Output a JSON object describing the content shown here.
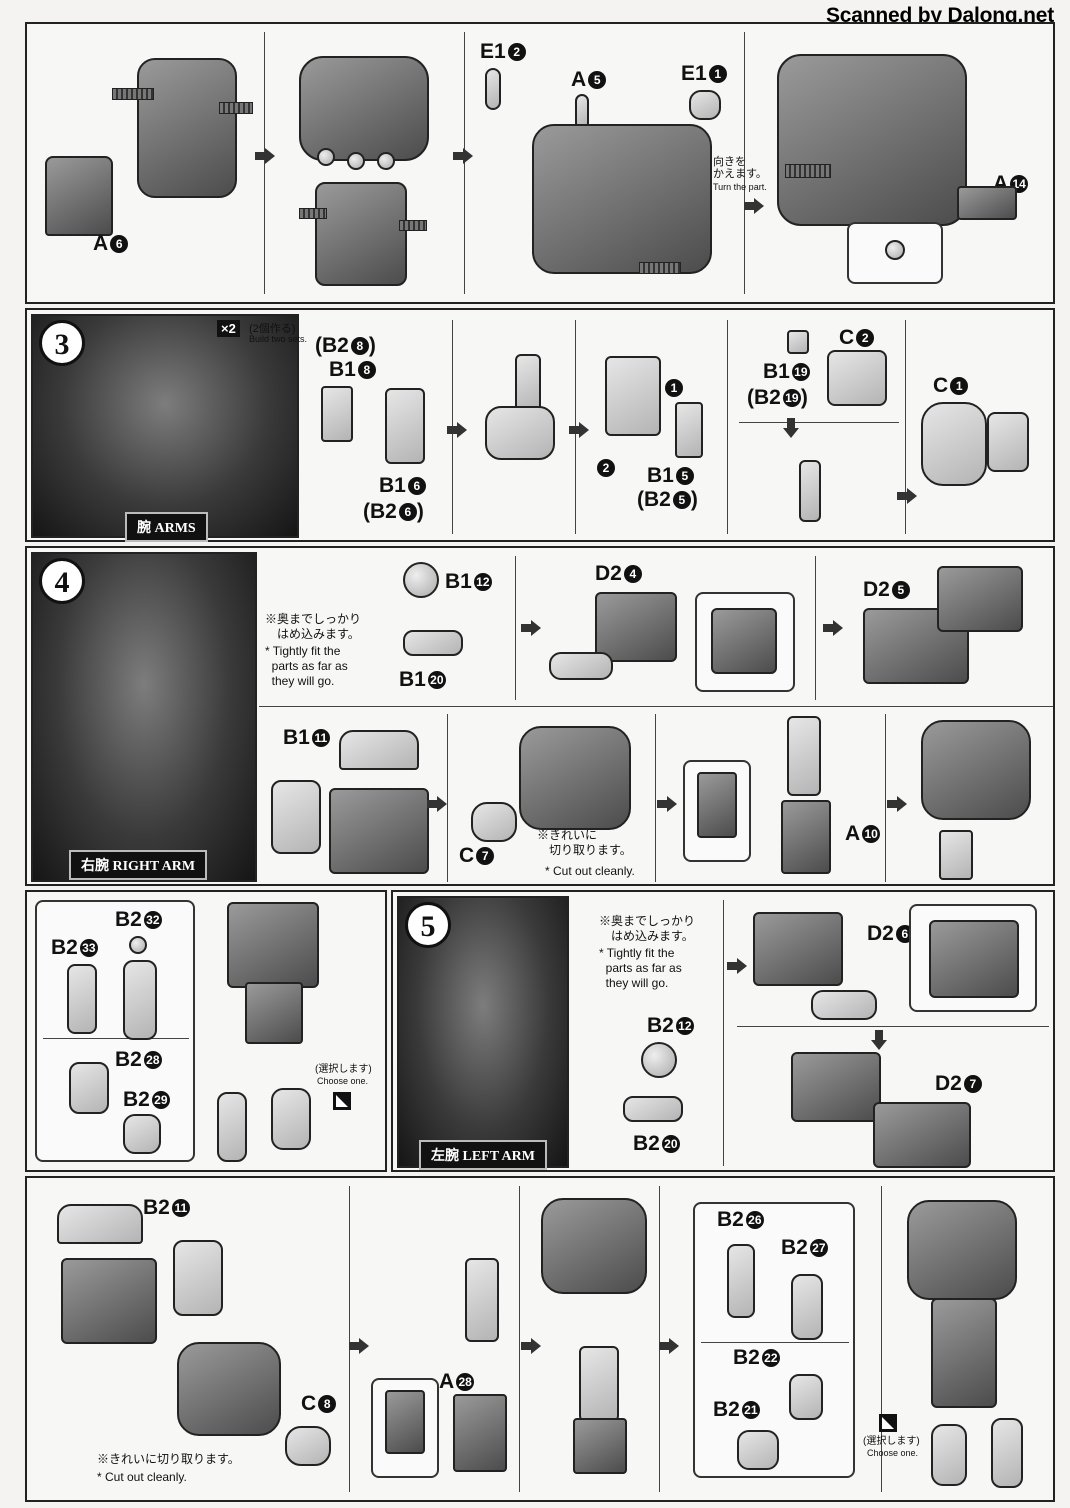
{
  "watermark": "Scanned by Dalong.net",
  "top_row": {
    "labels": {
      "a6": "A",
      "a6_num": "6",
      "e12": "E1",
      "e12_num": "2",
      "a5": "A",
      "a5_num": "5",
      "e11": "E1",
      "e11_num": "1",
      "a14": "A",
      "a14_num": "14"
    },
    "turn_jp": "向きを\nかえます。",
    "turn_en": "Turn the part."
  },
  "step3": {
    "number": "3",
    "title": "腕 ARMS",
    "badge": "×2",
    "build_jp": "(2個作る)",
    "build_en": "Build two sets.",
    "labels": {
      "b28_paren": "(B2",
      "b28_num": "8",
      "b28_close": ")",
      "b18": "B1",
      "b18_num": "8",
      "b16": "B1",
      "b16_num": "6",
      "b26_paren": "(B2",
      "b26_num": "6",
      "b26_close": ")",
      "seq1": "1",
      "seq2": "2",
      "b15": "B1",
      "b15_num": "5",
      "b25_paren": "(B2",
      "b25_num": "5",
      "b25_close": ")",
      "c2": "C",
      "c2_num": "2",
      "b119": "B1",
      "b119_num": "19",
      "b219_paren": "(B2",
      "b219_num": "19",
      "b219_close": ")",
      "c1": "C",
      "c1_num": "1"
    }
  },
  "step4": {
    "number": "4",
    "title": "右腕 RIGHT ARM",
    "note_jp": "※奥までしっかり\n　はめ込みます。",
    "note_en": "* Tightly fit the\n  parts as far as\n  they will go.",
    "labels": {
      "b112": "B1",
      "b112_num": "12",
      "b120": "B1",
      "b120_num": "20",
      "d24": "D2",
      "d24_num": "4",
      "d25": "D2",
      "d25_num": "5",
      "b111": "B1",
      "b111_num": "11",
      "c7": "C",
      "c7_num": "7",
      "a10": "A",
      "a10_num": "10"
    },
    "cut_jp": "※きれいに\n　切り取ります。",
    "cut_en": "* Cut out cleanly."
  },
  "step4b": {
    "labels": {
      "b232": "B2",
      "b232_num": "32",
      "b233": "B2",
      "b233_num": "33",
      "b228": "B2",
      "b228_num": "28",
      "b229": "B2",
      "b229_num": "29"
    },
    "choose_jp": "(選択します)",
    "choose_en": "Choose one."
  },
  "step5": {
    "number": "5",
    "title": "左腕 LEFT ARM",
    "note_jp": "※奥までしっかり\n　はめ込みます。",
    "note_en": "* Tightly fit the\n  parts as far as\n  they will go.",
    "labels": {
      "d26": "D2",
      "d26_num": "6",
      "b212": "B2",
      "b212_num": "12",
      "b220": "B2",
      "b220_num": "20",
      "d27": "D2",
      "d27_num": "7"
    }
  },
  "bottom_row": {
    "labels": {
      "b211": "B2",
      "b211_num": "11",
      "c8": "C",
      "c8_num": "8",
      "a28": "A",
      "a28_num": "28",
      "b226": "B2",
      "b226_num": "26",
      "b227": "B2",
      "b227_num": "27",
      "b222": "B2",
      "b222_num": "22",
      "b221": "B2",
      "b221_num": "21"
    },
    "cut_jp": "※きれいに切り取ります。",
    "cut_en": "* Cut out cleanly.",
    "choose_jp": "(選択します)",
    "choose_en": "Choose one."
  }
}
